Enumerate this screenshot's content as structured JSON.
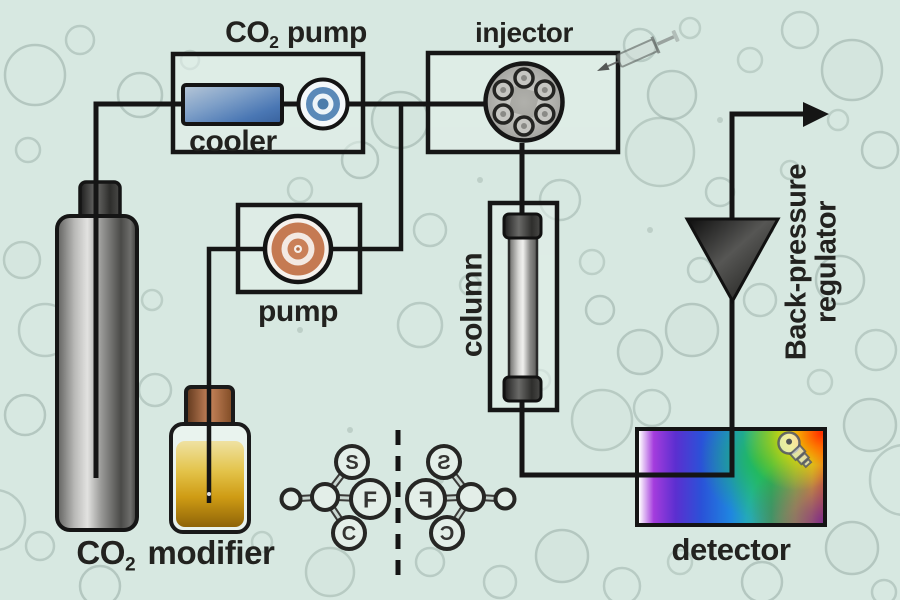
{
  "diagram": {
    "labels": {
      "co2_pump": {
        "base": "CO",
        "sub": "2",
        "rest": " pump"
      },
      "injector": "injector",
      "cooler": "cooler",
      "modifier_pump": "pump",
      "column": "column",
      "detector": "detector",
      "back_pressure": {
        "line1": "Back-pressure",
        "line2": "regulator"
      },
      "co2_cylinder": {
        "base": "CO",
        "sub": "2"
      },
      "modifier": "modifier"
    },
    "molecule": {
      "atom_top": "S",
      "atom_right": "F",
      "atom_bottom": "C"
    },
    "colors": {
      "background": "#d7e8e1",
      "line": "#151515",
      "cooler_blue": "#4a77b4",
      "co2_pump_blue": "#5b89b8",
      "modifier_pump_orange": "#c57a52",
      "modifier_liquid_amber": "#cf9c14",
      "bottle_cap_brown": "#a9663a",
      "tank_gray": "#9a9a98",
      "detector_rainbow": [
        "#a43cdd",
        "#2a52d8",
        "#35c050",
        "#ffd000",
        "#ff3000"
      ]
    }
  }
}
